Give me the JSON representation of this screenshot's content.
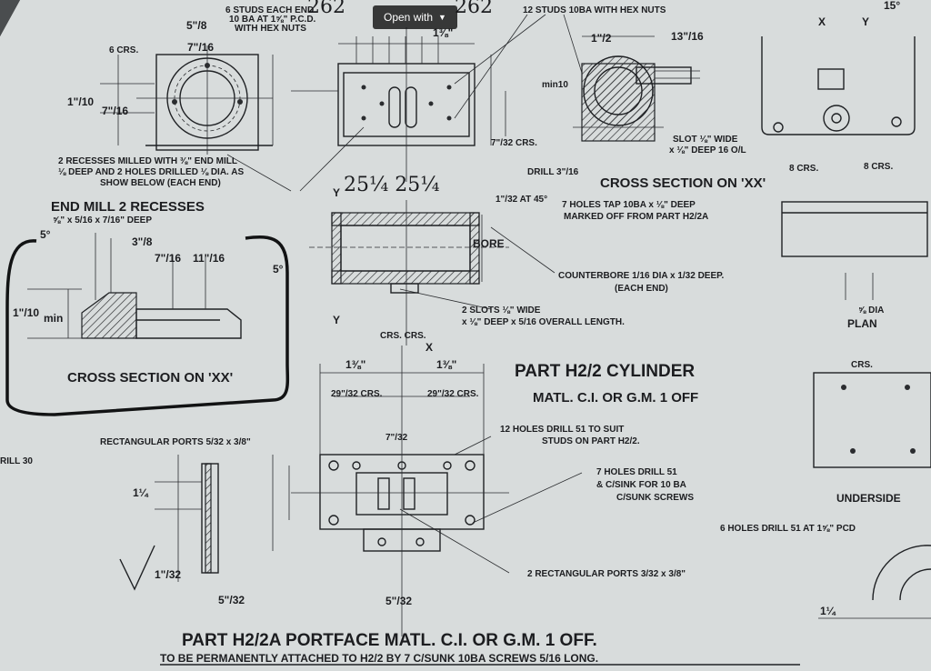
{
  "toolbar": {
    "open_with_label": "Open with",
    "caret": "▼"
  },
  "drawing": {
    "left": {
      "stud_note": [
        "6 STUDS EACH END",
        "10 BA AT 1⅝\" P.C.D.",
        "WITH HEX NUTS"
      ],
      "hand_top_a": "262",
      "hand_top_b": "262",
      "dim_5_8": "5\"/8",
      "dim_7_16": "7\"/16",
      "crs": "6 CRS.",
      "recess_note": [
        "2 RECESSES MILLED WITH ⅜\" END MILL",
        "⅛ DEEP AND 2 HOLES DRILLED ⅛ DIA. AS",
        "SHOW BELOW (EACH END)"
      ],
      "end_mill_title": "END MILL 2 RECESSES",
      "end_mill_dims": "⅝\" x 5/16 x 7/16\" DEEP",
      "dim_5deg_a": "5°",
      "dim_3_8": "3\"/8",
      "dim_7_16b": "7\"/16",
      "dim_11_16": "11\"/16",
      "dim_1_10": "1\"/10",
      "dim_min": "min",
      "cross_xx": "CROSS SECTION ON 'XX'",
      "drill30": "RILL 30"
    },
    "center": {
      "studs_note": "12 STUDS 10BA WITH HEX NUTS",
      "dim_1_32": "1⅜\"",
      "dim_7_32": "7\"/32 CRS.",
      "hand_mid": "25¼  25¼",
      "dim_1_32_45": "1\"/32 AT 45°",
      "bore": "BORE",
      "dim_5deg_b": "5°",
      "slots_note": [
        "2 SLOTS ⅛\" WIDE",
        "x ⅛\" DEEP x 5/16 OVERALL LENGTH."
      ],
      "crs_pair": "CRS. CRS.",
      "y_label": "Y",
      "x_label": "X",
      "rect_ports": "RECTANGULAR PORTS 5/32 x 3/8\"",
      "holes_12": [
        "12 HOLES DRILL 51 TO SUIT",
        "STUDS ON PART H2/2."
      ],
      "holes_7": [
        "7 HOLES DRILL 51",
        "& C/SINK FOR 10 BA",
        "C/SUNK SCREWS"
      ],
      "rect_ports_2": "2 RECTANGULAR PORTS 3/32 x 3/8\"",
      "dim_29_32": "29\"/32 CRS.",
      "dim_7_32b": "7\"/32",
      "dim_1_4": "1¼",
      "dim_5_32": "5\"/32",
      "dim_1_32b": "1\"/32",
      "part_h22a": "PART H2/2A PORTFACE MATL. C.I. OR G.M. 1 OFF.",
      "part_h22a_sub": "TO BE PERMANENTLY ATTACHED TO H2/2 BY 7 C/SUNK 10BA SCREWS 5/16 LONG."
    },
    "right": {
      "cross_xx_b": "CROSS SECTION ON 'XX'",
      "slot_note": [
        "SLOT ⅛\" WIDE",
        "x ⅛\" DEEP 16 O/L"
      ],
      "drill": "DRILL 3\"/16",
      "tap_note": [
        "7 HOLES TAP 10BA x ⅛\" DEEP",
        "MARKED OFF FROM PART H2/2A"
      ],
      "counterbore": [
        "COUNTERBORE 1/16 DIA x 1/32 DEEP.",
        "(EACH END)"
      ],
      "part_h22": "PART H2/2 CYLINDER",
      "part_h22_matl": "MATL. C.I. OR G.M. 1 OFF",
      "dim_13_16": "13\"/16",
      "dim_1_2": "1\"/2",
      "dim_min10": "min10"
    },
    "far_right": {
      "dim_15deg": "15°",
      "x_label": "X",
      "y_label": "Y",
      "crs_a": "8 CRS.",
      "crs_b": "8 CRS.",
      "plan": "PLAN",
      "dia": "⅝ DIA",
      "crs_c": "CRS.",
      "underside": "UNDERSIDE",
      "holes_6": "6 HOLES DRILL 51 AT 1⅝\" PCD",
      "dim_1_4b": "1¼"
    }
  }
}
